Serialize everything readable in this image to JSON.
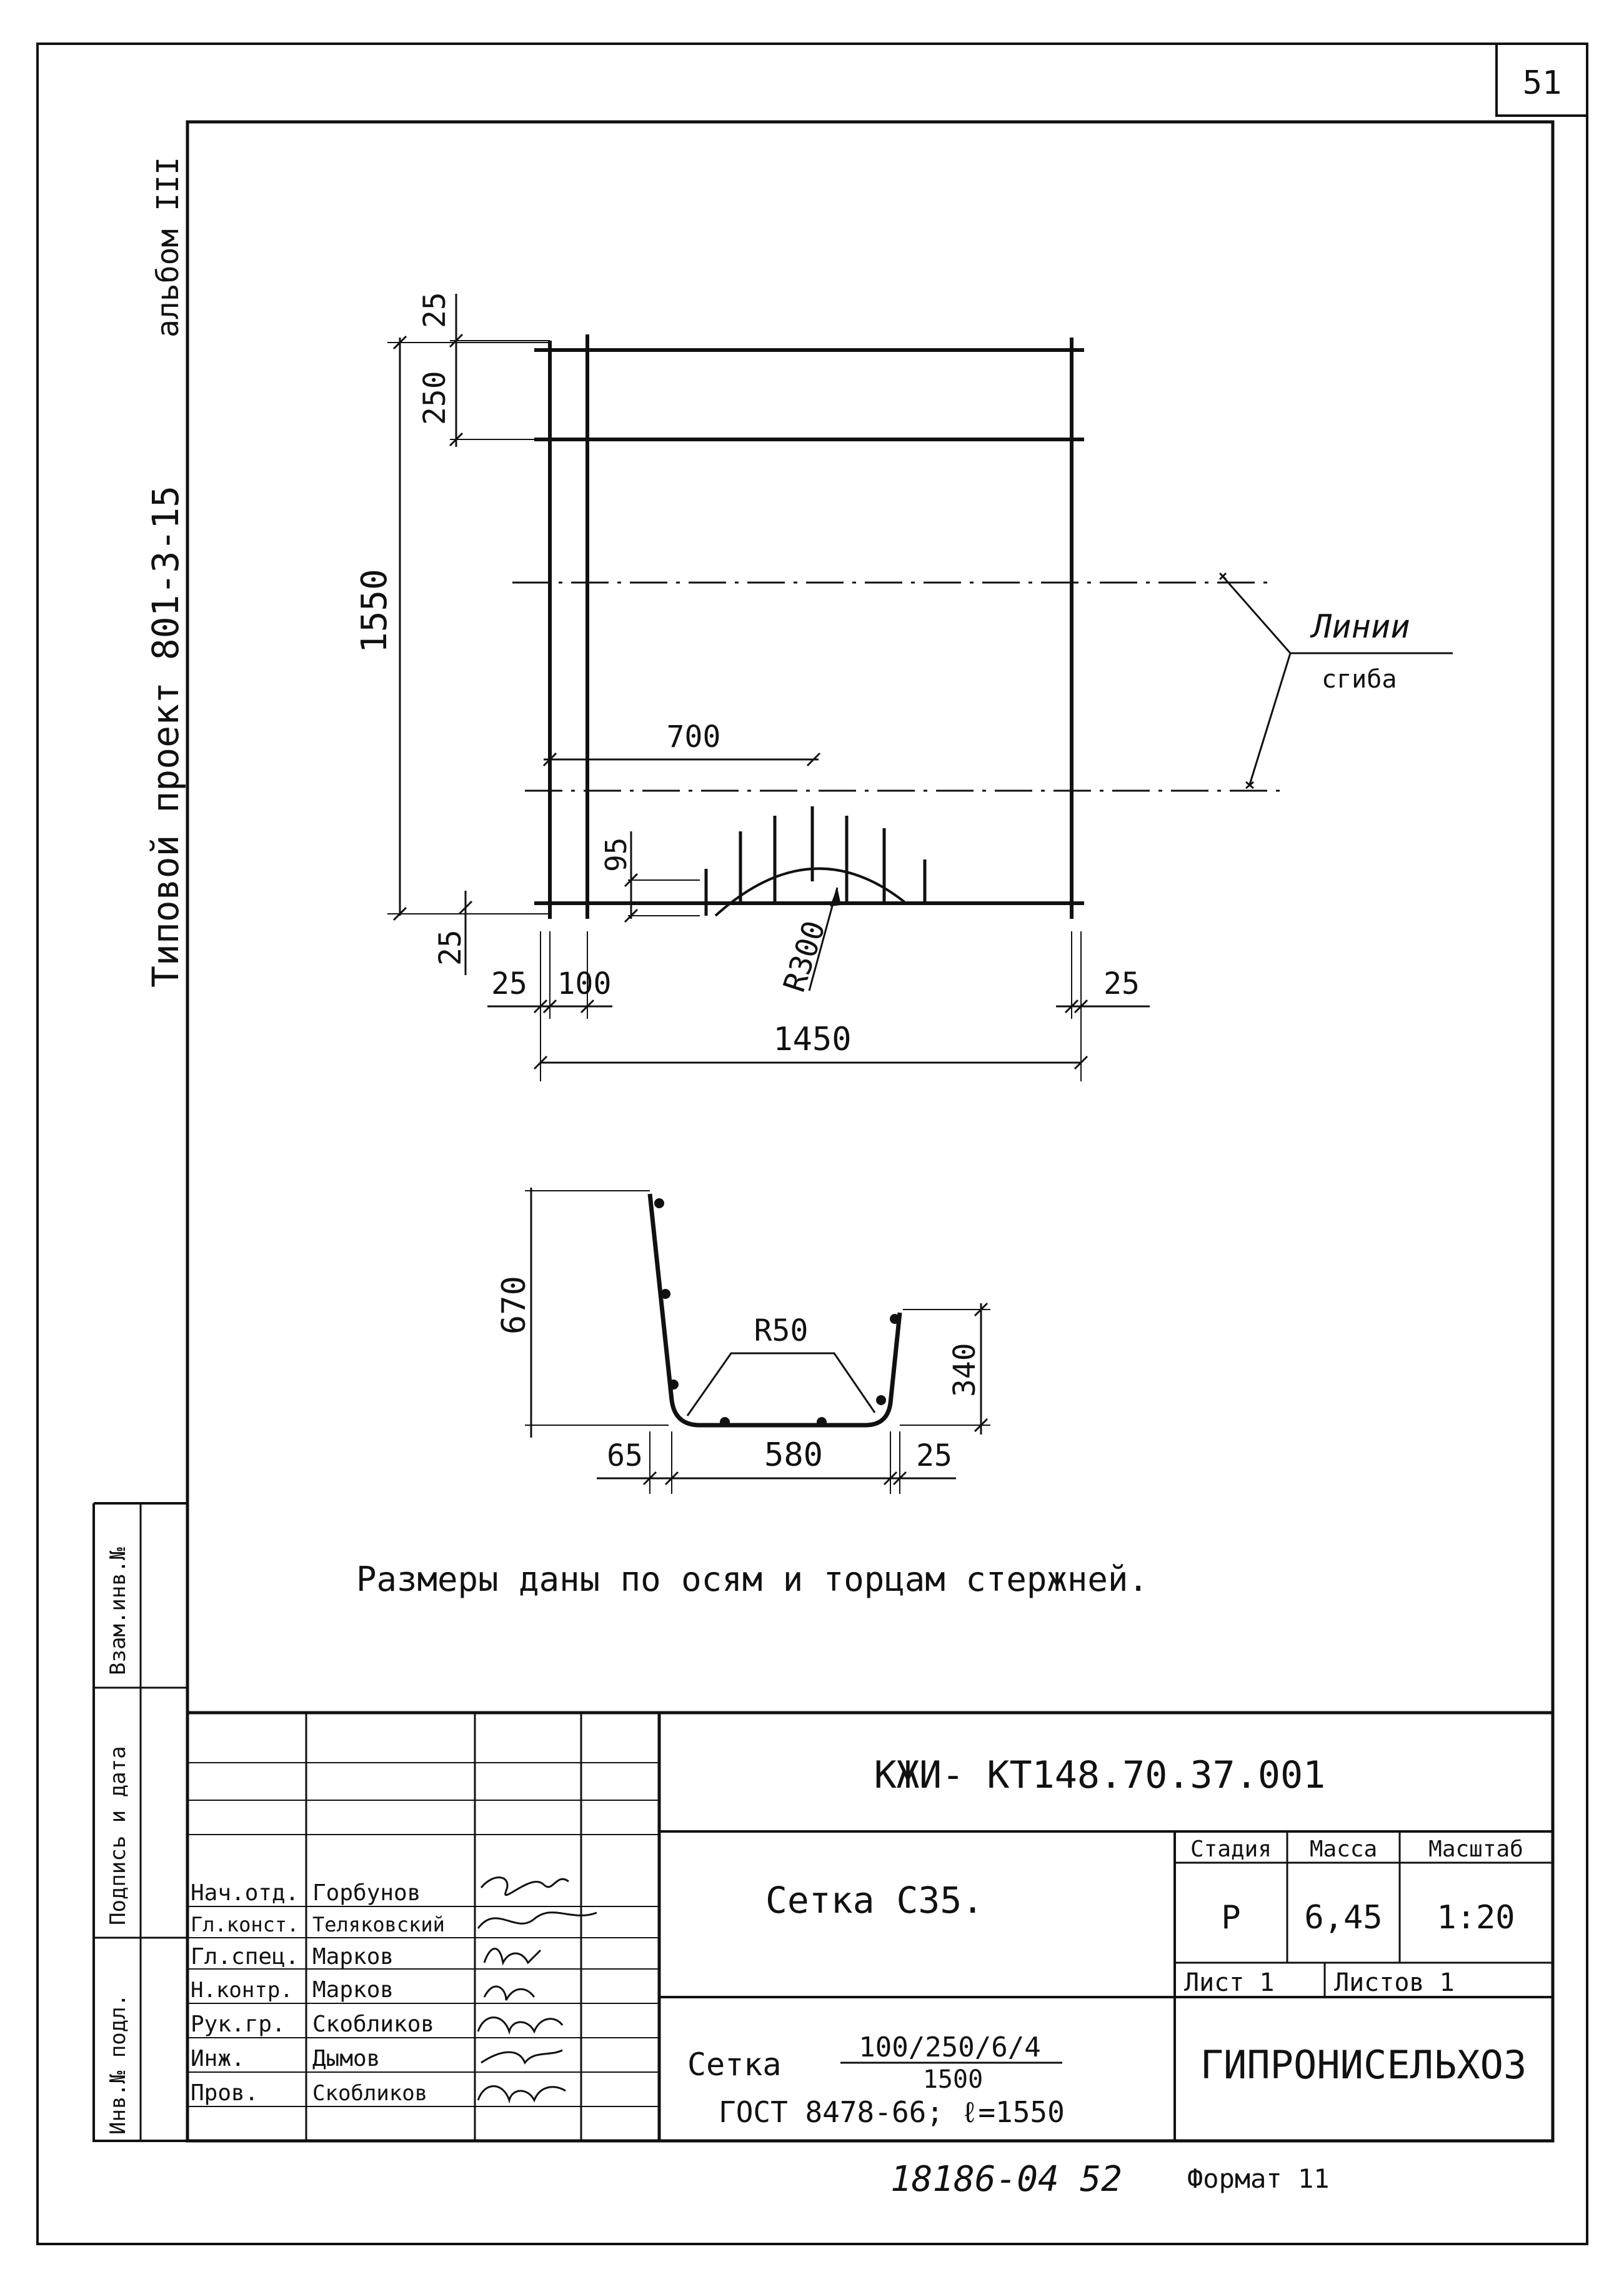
{
  "sheet": {
    "number": "51"
  },
  "side": {
    "project": "Типовой проект 801-3-15",
    "album": "альбом III",
    "inv_podl": "Инв.№ подл.",
    "podpis_data": "Подпись и дата",
    "vzam_inv": "Взам.инв.№"
  },
  "plan": {
    "dims": {
      "top25": "25",
      "d250": "250",
      "d1550": "1550",
      "d700": "700",
      "d95": "95",
      "bot25": "25",
      "left25": "25",
      "d100": "100",
      "right25": "25",
      "d1450": "1450",
      "radius": "R300"
    },
    "bend_label_1": "Линии",
    "bend_label_2": "сгиба"
  },
  "section": {
    "dims": {
      "d670": "670",
      "r50": "R50",
      "d340": "340",
      "d65": "65",
      "d580": "580",
      "d25": "25"
    }
  },
  "note": "Размеры даны по осям и торцам стержней.",
  "title_block": {
    "code": "КЖИ- КТ148.70.37.001",
    "name": "Сетка С35.",
    "headers": {
      "stage": "Стадия",
      "mass": "Масса",
      "scale": "Масштаб"
    },
    "values": {
      "stage": "Р",
      "mass": "6,45",
      "scale": "1:20"
    },
    "sheet": "Лист 1",
    "sheets": "Листов 1",
    "org": "ГИПРОНИСЕЛЬХОЗ",
    "mesh_label": "Сетка",
    "mesh_numerator": "100/250/6/4",
    "mesh_denominator": "1500",
    "gost": "ГОСТ 8478-66; ℓ=1550",
    "roles": [
      {
        "role": "Нач.отд.",
        "name": "Горбунов"
      },
      {
        "role": "Гл.конст.",
        "name": "Теляковский"
      },
      {
        "role": "Гл.спец.",
        "name": "Марков"
      },
      {
        "role": "Н.контр.",
        "name": "Марков"
      },
      {
        "role": "Рук.гр.",
        "name": "Скобликов"
      },
      {
        "role": "Инж.",
        "name": "Дымов"
      },
      {
        "role": "Пров.",
        "name": "Скобликов"
      }
    ]
  },
  "footer": {
    "handwritten": "18186-04 52",
    "format": "Формат 11"
  }
}
